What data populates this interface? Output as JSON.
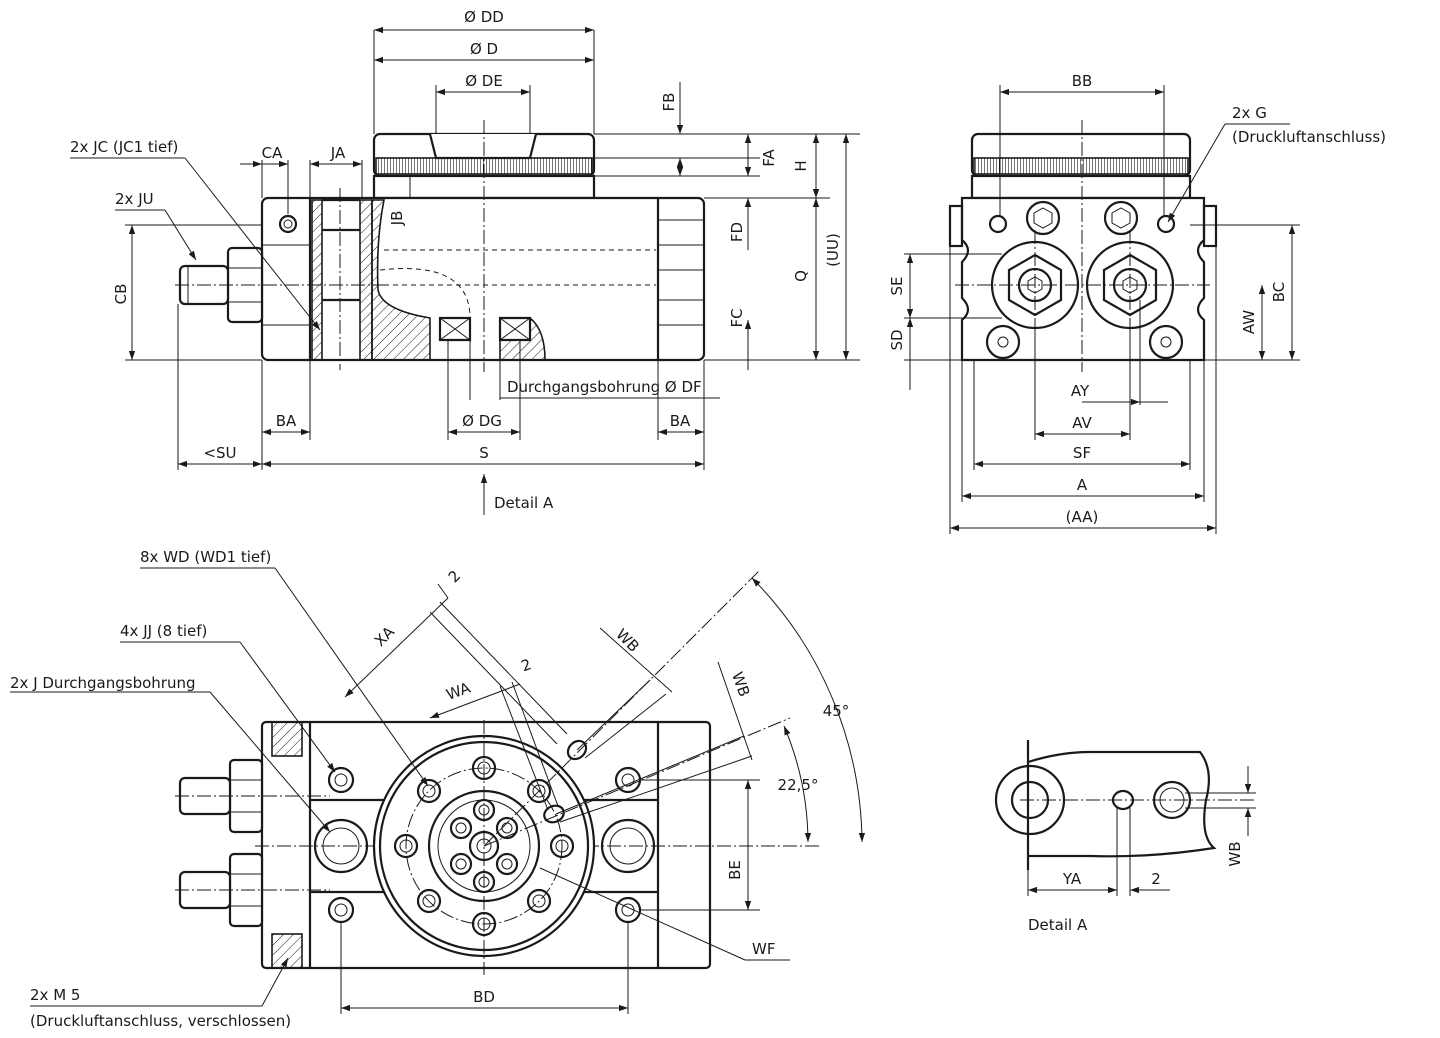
{
  "labels": {
    "dd": "Ø DD",
    "d": "Ø D",
    "de": "Ø DE",
    "fb": "FB",
    "fa": "FA",
    "h": "H",
    "fd": "FD",
    "q": "Q",
    "uu": "(UU)",
    "fc": "FC",
    "jb": "JB",
    "jc": "2x JC (JC1 tief)",
    "ju": "2x JU",
    "ca": "CA",
    "ja": "JA",
    "cb": "CB",
    "df": "Durchgangsbohrung Ø DF",
    "dg": "Ø DG",
    "ba_left": "BA",
    "ba_right": "BA",
    "su": "<SU",
    "s": "S",
    "detail_a_arrow": "Detail A",
    "bb": "BB",
    "g_line1": "2x G",
    "g_line2": "(Druckluftanschluss)",
    "se": "SE",
    "sd": "SD",
    "aw": "AW",
    "bc": "BC",
    "ay": "AY",
    "av": "AV",
    "sf": "SF",
    "a": "A",
    "aa": "(AA)",
    "wd": "8x WD (WD1 tief)",
    "jj": "4x JJ (8 tief)",
    "j": "2x J Durchgangsbohrung",
    "xa": "XA",
    "two_a": "2",
    "two_b": "2",
    "wa": "WA",
    "wb_a": "WB",
    "wb_b": "WB",
    "deg45": "45°",
    "deg225": "22,5°",
    "be": "BE",
    "wf": "WF",
    "bd": "BD",
    "m5_line1": "2x M 5",
    "m5_line2": "(Druckluftanschluss, verschlossen)",
    "wb_detail": "WB",
    "ya": "YA",
    "two_detail": "2",
    "detail_a_title": "Detail A"
  }
}
